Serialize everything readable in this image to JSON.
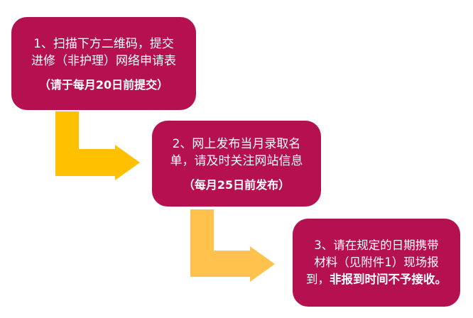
{
  "colors": {
    "box": "#B5104F",
    "arrow1": "#FFC000",
    "arrow2": "#FFC24D",
    "text": "#FFFFFF"
  },
  "steps": [
    {
      "lines": [
        "1、扫描下方二维码，提交",
        "进修（非护理）网络申请表"
      ],
      "note": "（请于每月20日前提交）"
    },
    {
      "lines": [
        "2、网上发布当月录取名",
        "单，请及时关注网站信息"
      ],
      "note": "（每月25日前发布）"
    },
    {
      "lines": [
        "3、请在规定的日期携带",
        "材料（见附件1）现场报"
      ],
      "line3_plain": "到，",
      "line3_bold": "非报到时间不予接收。"
    }
  ]
}
